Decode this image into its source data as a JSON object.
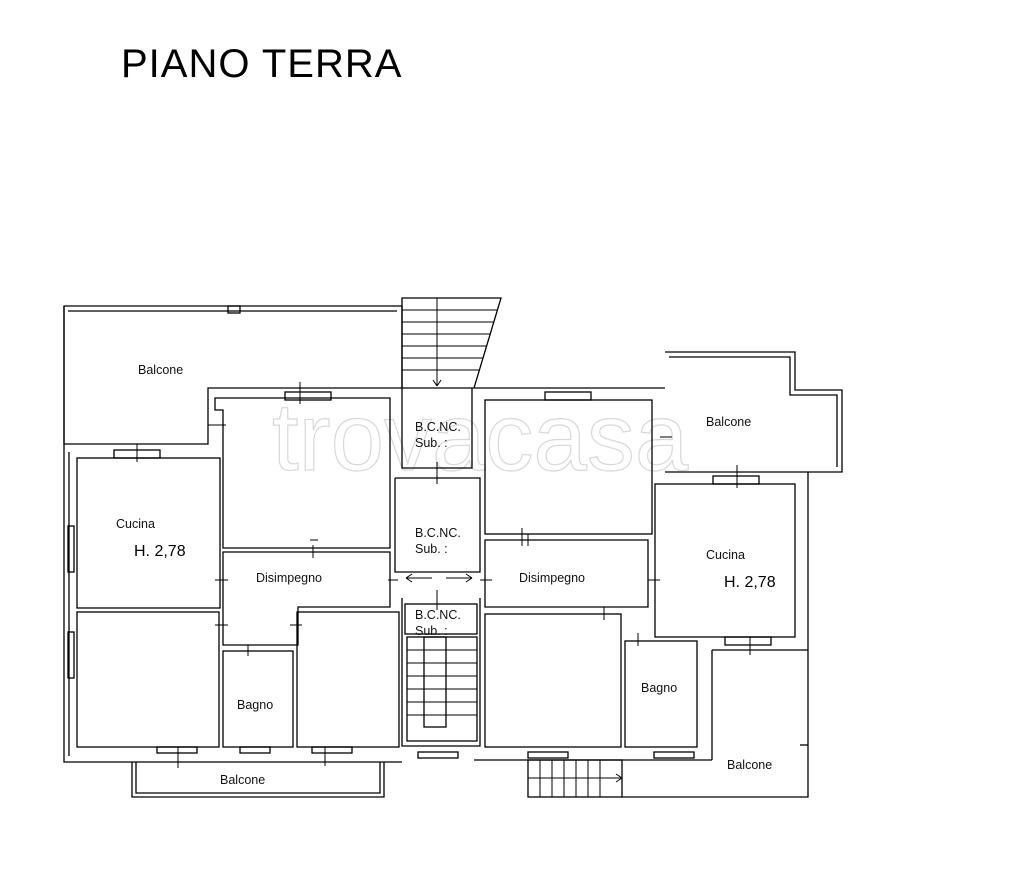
{
  "title": "PIANO TERRA",
  "watermark": "trovacasa",
  "labels": {
    "balcone_top_left": "Balcone",
    "balcone_top_right": "Balcone",
    "balcone_bottom_left": "Balcone",
    "balcone_bottom_right": "Balcone",
    "cucina_left": "Cucina",
    "cucina_right": "Cucina",
    "height_left": "H. 2,78",
    "height_right": "H. 2,78",
    "disimpegno_left": "Disimpegno",
    "disimpegno_right": "Disimpegno",
    "bagno_left": "Bagno",
    "bagno_right": "Bagno",
    "bcnc_1_line1": "B.C.NC.",
    "bcnc_1_line2": "Sub. :",
    "bcnc_2_line1": "B.C.NC.",
    "bcnc_2_line2": "Sub. :",
    "bcnc_3_line1": "B.C.NC.",
    "bcnc_3_line2": "Sub. :"
  }
}
